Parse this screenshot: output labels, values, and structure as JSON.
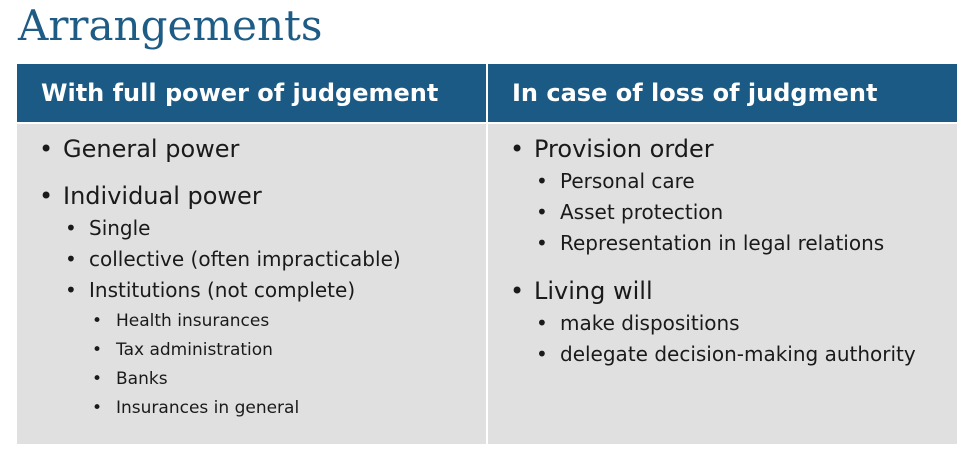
{
  "title": "Arrangements",
  "bullet": "•",
  "columns": [
    {
      "header": "With full power of judgement",
      "items": [
        {
          "text": "General power"
        },
        {
          "text": "Individual power",
          "sub": [
            {
              "text": "Single"
            },
            {
              "text": "collective (often impracticable)"
            },
            {
              "text": "Institutions (not complete)",
              "sub": [
                {
                  "text": "Health insurances"
                },
                {
                  "text": "Tax administration"
                },
                {
                  "text": "Banks"
                },
                {
                  "text": "Insurances in general"
                }
              ]
            }
          ]
        }
      ]
    },
    {
      "header": "In case of loss of judgment",
      "items": [
        {
          "text": "Provision order",
          "sub": [
            {
              "text": "Personal care"
            },
            {
              "text": "Asset protection"
            },
            {
              "text": "Representation in legal relations"
            }
          ]
        },
        {
          "text": "Living will",
          "sub": [
            {
              "text": "make dispositions"
            },
            {
              "text": "delegate decision-making authority"
            }
          ]
        }
      ]
    }
  ],
  "colors": {
    "title": "#1e5c85",
    "header_bg": "#1a5a84",
    "header_text": "#ffffff",
    "cell_bg": "#e0e0e0"
  }
}
